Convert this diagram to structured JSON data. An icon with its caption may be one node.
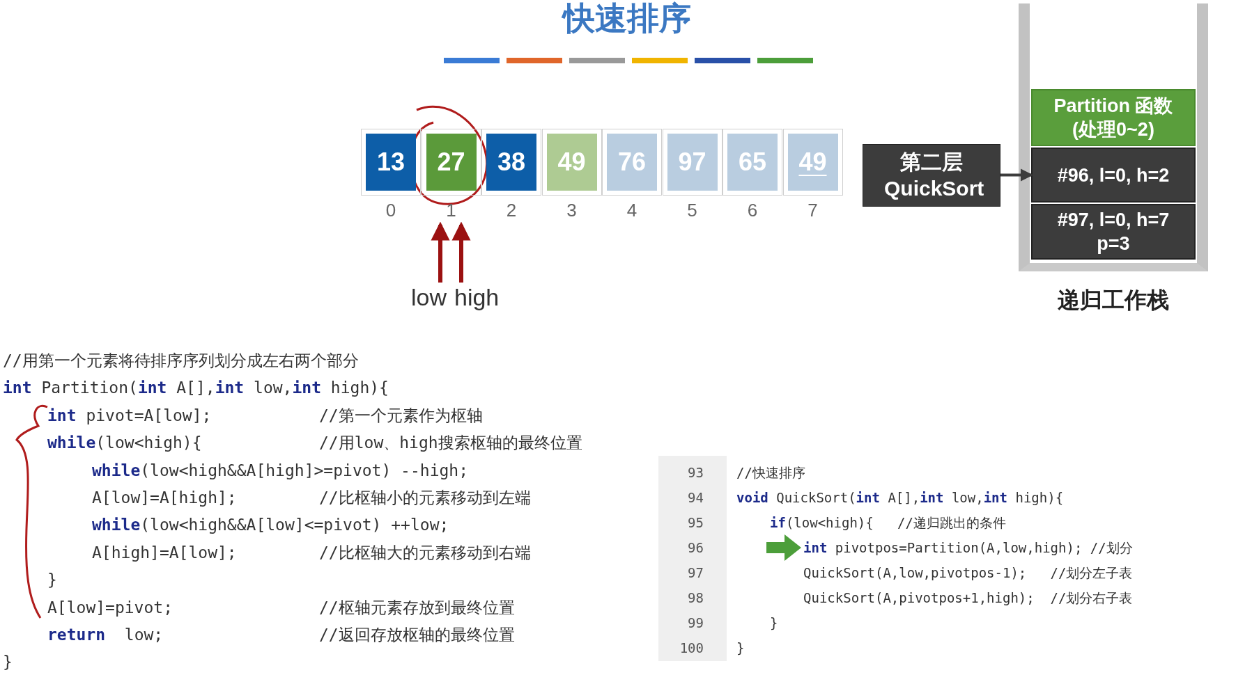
{
  "diagram": {
    "title": "快速排序",
    "nodes": [
      {
        "text": [
          "13"
        ],
        "beside": [
          "0"
        ]
      },
      {
        "text": [
          "27"
        ],
        "beside": [
          "1"
        ]
      },
      {
        "text": [
          "38"
        ],
        "beside": [
          "2"
        ]
      },
      {
        "text": [
          "49"
        ],
        "beside": [
          "3"
        ]
      },
      {
        "text": [
          "76"
        ],
        "beside": [
          "4"
        ]
      },
      {
        "text": [
          "97"
        ],
        "beside": [
          "5"
        ]
      },
      {
        "text": [
          "65"
        ],
        "beside": [
          "6"
        ]
      },
      {
        "text": [
          "49"
        ],
        "beside": [
          "7"
        ]
      },
      {
        "text": [
          "low"
        ]
      },
      {
        "text": [
          "high"
        ]
      },
      {
        "text": [
          "第二层 QuickSort"
        ]
      },
      {
        "text": [
          "递归工作栈"
        ]
      },
      {
        "text": [
          "Partition 函数 (处理0~2)"
        ],
        "in": 11
      },
      {
        "text": [
          "#96, l=0, h=2"
        ],
        "in": 11
      },
      {
        "text": [
          "#97, l=0, h=7 p=3"
        ],
        "in": 11
      }
    ],
    "edges": [
      {
        "from": 8,
        "to": 1,
        "arrow": "to"
      },
      {
        "from": 9,
        "to": 1,
        "arrow": "to"
      },
      {
        "from": 10,
        "to": 13,
        "arrow": "to",
        "color": "#3c3c3c"
      }
    ],
    "labels": [
      "//用第一个元素将待排序序列划分成左右两个部分",
      "**int** Partition(**int** A[],**int** low,**int** high){",
      "**int** pivot=A[low];",
      "//第一个元素作为枢轴",
      "**while**(low<high){",
      "//用low、high搜索枢轴的最终位置",
      "**while**(low<high&&A[high]>=pivot) --high;",
      "A[low]=A[high];",
      "//比枢轴小的元素移动到左端",
      "**while**(low<high&&A[low]<=pivot) ++low;",
      "A[high]=A[low];",
      "//比枢轴大的元素移动到右端",
      "}",
      "A[low]=pivot;",
      "//枢轴元素存放到最终位置",
      "**return**  low;",
      "//返回存放枢轴的最终位置",
      "}",
      "93",
      "//快速排序",
      "94",
      "**void** QuickSort(**int** A[],**int** low,**int** high){",
      "95",
      "**if**(low<high){   //递归跳出的条件",
      "96",
      "**int** pivotpos=Partition(A,low,high); //划分",
      "97",
      "QuickSort(A,low,pivotpos-1);   //划分左子表",
      "98",
      "QuickSort(A,pivotpos+1,high);  //划分右子表",
      "99",
      "}",
      "100",
      "}"
    ]
  }
}
